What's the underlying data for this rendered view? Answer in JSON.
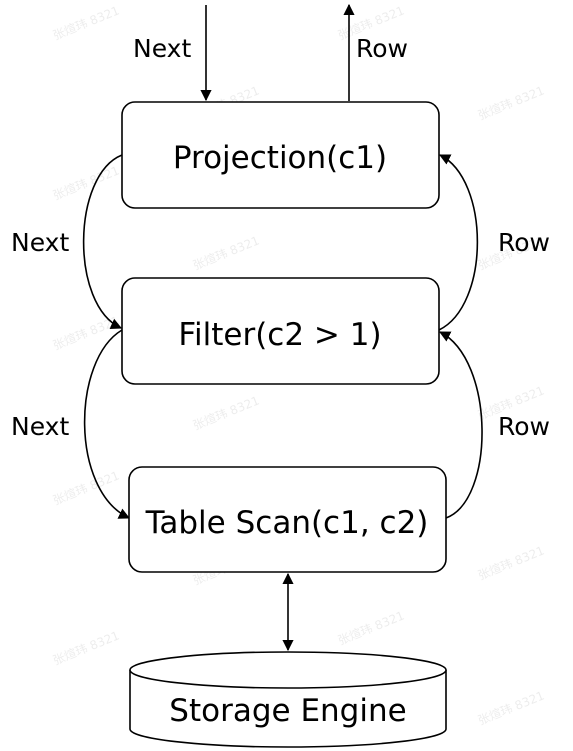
{
  "nodes": {
    "projection": "Projection(c1)",
    "filter": "Filter(c2 > 1)",
    "table_scan": "Table Scan(c1, c2)",
    "storage": "Storage Engine"
  },
  "edges": {
    "top_in": "Next",
    "top_out": "Row",
    "proj_to_filter": "Next",
    "filter_to_proj": "Row",
    "filter_to_scan": "Next",
    "scan_to_filter": "Row"
  },
  "watermark": "张煊玮 8321"
}
